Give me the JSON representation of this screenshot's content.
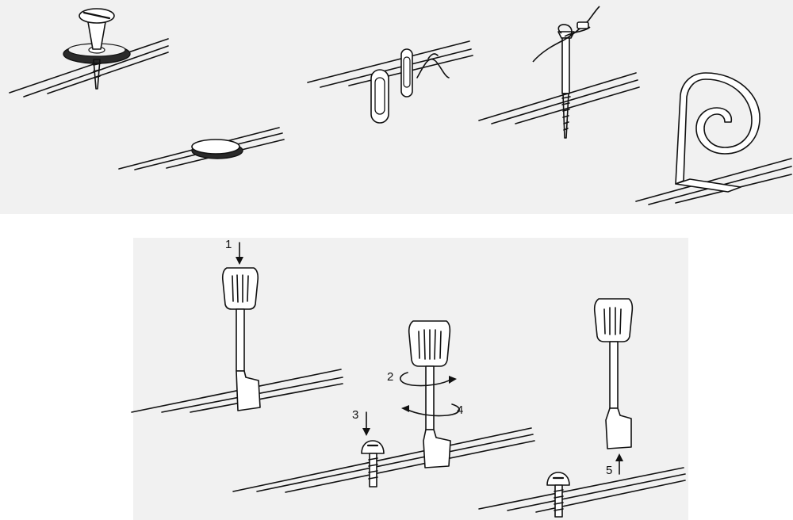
{
  "steps": [
    {
      "label": "1"
    },
    {
      "label": "2"
    },
    {
      "label": "3"
    },
    {
      "label": "4"
    },
    {
      "label": "5"
    }
  ],
  "colors": {
    "ink": "#111111",
    "panel": "#f1f1f1",
    "background": "#ffffff"
  },
  "objects": {
    "top_row": [
      "screw-with-washer",
      "flat-washer",
      "paper-clips-and-safety-pin",
      "screw-with-string",
      "coiled-metal-strip"
    ],
    "bottom_row": [
      "screwdriver-pushing",
      "screwdriver-turning-with-screw",
      "screwdriver-lifted-with-screw"
    ]
  }
}
